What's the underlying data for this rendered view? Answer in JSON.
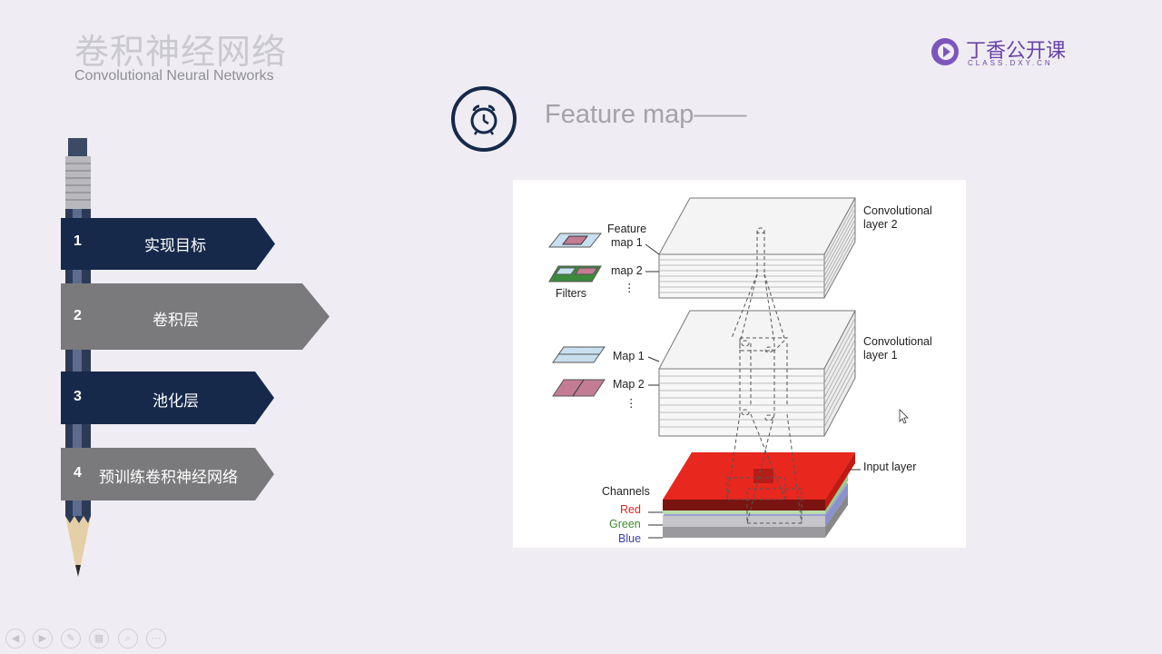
{
  "header": {
    "title_cn": "卷积神经网络",
    "title_en": "Convolutional Neural Networks"
  },
  "logo": {
    "name_cn": "丁香公开课",
    "name_en": "CLASS.DXY.CN",
    "brand_color": "#6a43a8"
  },
  "section": {
    "icon": "alarm-clock-icon",
    "title": "Feature map——"
  },
  "nav": {
    "items": [
      {
        "num": "1",
        "label": "实现目标",
        "state": "active",
        "color": "#16294a"
      },
      {
        "num": "2",
        "label": "卷积层",
        "state": "inactive",
        "color": "#7a7a7c"
      },
      {
        "num": "3",
        "label": "池化层",
        "state": "active",
        "color": "#16294a"
      },
      {
        "num": "4",
        "label": "预训练卷积神经网络",
        "state": "inactive",
        "color": "#7a7a7c"
      }
    ]
  },
  "figure": {
    "labels": {
      "conv2": [
        "Convolutional",
        "layer 2"
      ],
      "conv1": [
        "Convolutional",
        "layer 1"
      ],
      "input": "Input layer",
      "feature_map_1": [
        "Feature",
        "map 1"
      ],
      "map_2_top": "map 2",
      "filters": "Filters",
      "map_1": "Map 1",
      "map_2": "Map 2",
      "channels": "Channels",
      "red": "Red",
      "green": "Green",
      "blue": "Blue",
      "dots": "⋮"
    },
    "colors": {
      "red": "#e8271e",
      "green": "#a6d49a",
      "blue": "#8f9ad8"
    }
  },
  "toolbar": {
    "buttons": [
      {
        "name": "prev-icon",
        "glyph": "◀"
      },
      {
        "name": "next-icon",
        "glyph": "▶"
      },
      {
        "name": "pen-icon",
        "glyph": "✎"
      },
      {
        "name": "slides-icon",
        "glyph": "▦"
      },
      {
        "name": "zoom-icon",
        "glyph": "⌕"
      },
      {
        "name": "more-icon",
        "glyph": "⋯"
      }
    ]
  }
}
